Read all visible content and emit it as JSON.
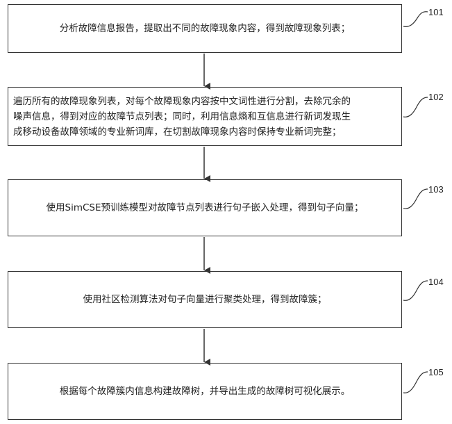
{
  "steps": [
    {
      "id": "101",
      "text": "分析故障信息报告，提取出不同的故障现象内容，得到故障现象列表；"
    },
    {
      "id": "102",
      "lines": [
        "遍历所有的故障现象列表，对每个故障现象内容按中文词性进行分割，去除冗余的",
        "噪声信息，得到对应的故障节点列表；同时，利用信息熵和互信息进行新词发现生",
        "成移动设备故障领域的专业新词库，在切割故障现象内容时保持专业新词完整；"
      ]
    },
    {
      "id": "103",
      "text": "使用SimCSE预训练模型对故障节点列表进行句子嵌入处理，得到句子向量；"
    },
    {
      "id": "104",
      "text": "使用社区检测算法对句子向量进行聚类处理，得到故障簇；"
    },
    {
      "id": "105",
      "text": "根据每个故障簇内信息构建故障树，并导出生成的故障树可视化展示。"
    }
  ]
}
